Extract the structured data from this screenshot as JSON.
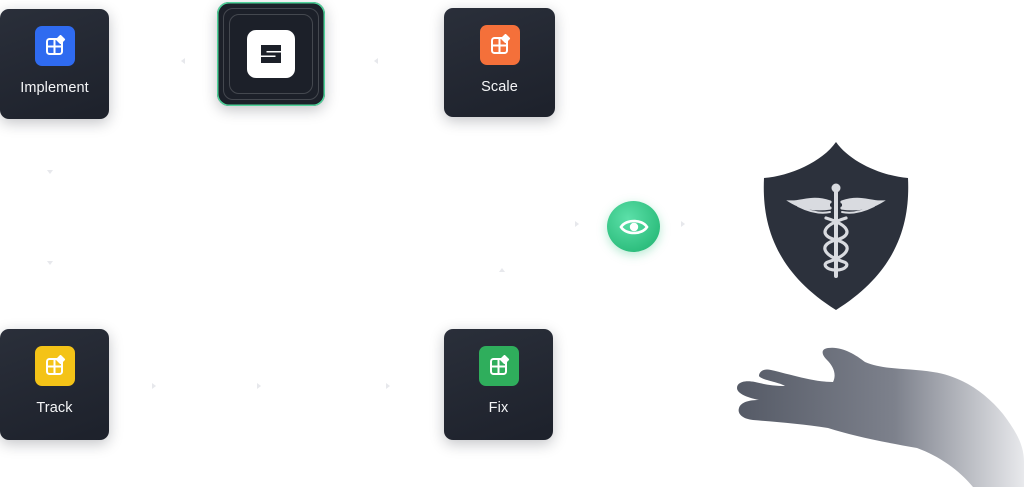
{
  "nodes": {
    "implement": {
      "label": "Implement",
      "color": "#2f6bf0"
    },
    "scale": {
      "label": "Scale",
      "color": "#f4703a"
    },
    "track": {
      "label": "Track",
      "color": "#f4c317"
    },
    "fix": {
      "label": "Fix",
      "color": "#2fae5c"
    }
  },
  "logo": {
    "letter_icon": "s-logo-icon",
    "accent": "#4fd39a"
  },
  "monitor": {
    "icon": "eye-icon",
    "color": "#2fbf7f"
  },
  "shield": {
    "icon": "caduceus-icon",
    "color": "#2c313c"
  },
  "hand": {
    "icon": "open-hand-icon"
  }
}
